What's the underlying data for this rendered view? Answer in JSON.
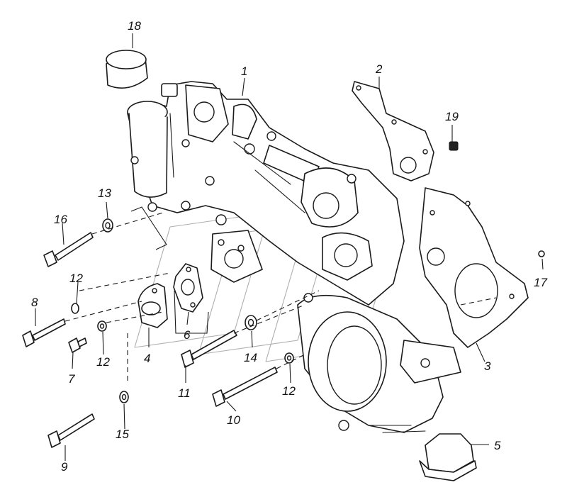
{
  "callouts": [
    {
      "id": "c1",
      "label": "1"
    },
    {
      "id": "c2",
      "label": "2"
    },
    {
      "id": "c3",
      "label": "3"
    },
    {
      "id": "c4",
      "label": "4"
    },
    {
      "id": "c5",
      "label": "5"
    },
    {
      "id": "c6",
      "label": "6"
    },
    {
      "id": "c7",
      "label": "7"
    },
    {
      "id": "c8",
      "label": "8"
    },
    {
      "id": "c9",
      "label": "9"
    },
    {
      "id": "c10",
      "label": "10"
    },
    {
      "id": "c11",
      "label": "11"
    },
    {
      "id": "c12a",
      "label": "12"
    },
    {
      "id": "c12b",
      "label": "12"
    },
    {
      "id": "c12c",
      "label": "12"
    },
    {
      "id": "c13",
      "label": "13"
    },
    {
      "id": "c14",
      "label": "14"
    },
    {
      "id": "c15",
      "label": "15"
    },
    {
      "id": "c16",
      "label": "16"
    },
    {
      "id": "c17",
      "label": "17"
    },
    {
      "id": "c18",
      "label": "18"
    },
    {
      "id": "c19",
      "label": "19"
    }
  ]
}
